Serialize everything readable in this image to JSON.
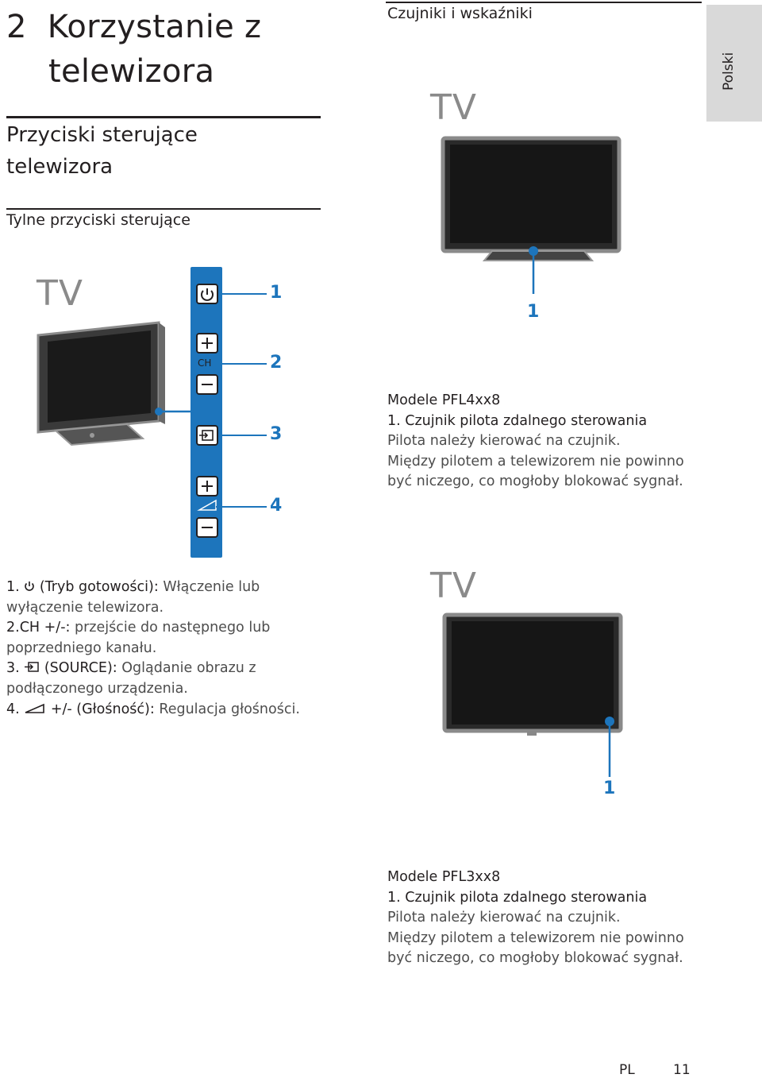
{
  "chapter": {
    "number": "2",
    "title_line1": "Korzystanie z",
    "title_line2": "telewizora"
  },
  "section": {
    "title_line1": "Przyciski sterujące",
    "title_line2": "telewizora"
  },
  "subsection": {
    "title": "Tylne przyciski sterujące"
  },
  "right_header": {
    "title": "Czujniki i wskaźniki"
  },
  "side_tab": {
    "label": "Polski"
  },
  "diagram_tv_label": "TV",
  "back_diagram": {
    "callouts": [
      "1",
      "2",
      "3",
      "4"
    ],
    "ch_label": "CH"
  },
  "sensor_diagram_1": {
    "callout": "1"
  },
  "sensor_diagram_2": {
    "callout": "1"
  },
  "controls_list": {
    "item1_num": "1.",
    "item1_term": "(Tryb gotowości):",
    "item1_text": "Włączenie lub",
    "item1_cont": "wyłączenie telewizora.",
    "item2_num": "2.",
    "item2_term": "CH +/-:",
    "item2_text": "przejście do następnego lub",
    "item2_cont": "poprzedniego kanału.",
    "item3_num": "3.",
    "item3_term": "(SOURCE):",
    "item3_text": "Oglądanie obrazu z",
    "item3_cont": "podłączonego urządzenia.",
    "item4_num": "4.",
    "item4_term": "+/- (Głośność):",
    "item4_text": "Regulacja głośności."
  },
  "model_block_1": {
    "title": "Modele PFL4xx8",
    "item": "1. Czujnik pilota zdalnego sterowania",
    "line1": "Pilota należy kierować na czujnik.",
    "line2": "Między pilotem a telewizorem nie powinno",
    "line3": "być niczego, co mogłoby blokować sygnał."
  },
  "model_block_2": {
    "title": "Modele PFL3xx8",
    "item": "1. Czujnik pilota zdalnego sterowania",
    "line1": "Pilota należy kierować na czujnik.",
    "line2": "Między pilotem a telewizorem nie powinno",
    "line3": "być niczego, co mogłoby blokować sygnał."
  },
  "footer": {
    "lang_code": "PL",
    "page_number": "11"
  },
  "colors": {
    "accent_blue": "#1d75bc",
    "text": "#231f20",
    "tab_gray": "#d9d9d9",
    "tv_gray": "#8a8a8a"
  }
}
